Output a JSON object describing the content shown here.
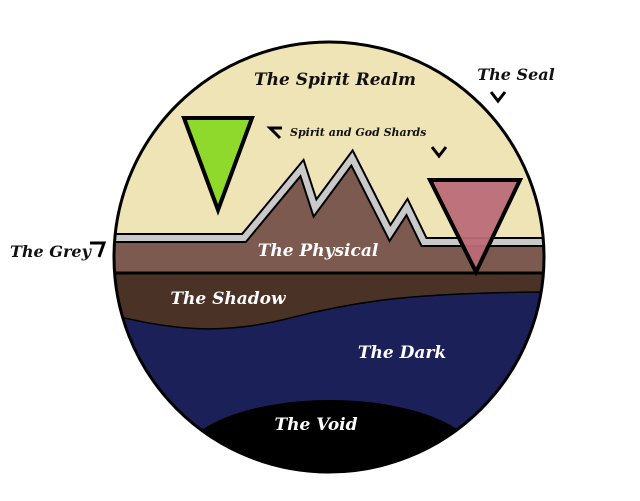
{
  "labels": {
    "spirit_realm": "The Spirit Realm",
    "seal": "The Seal",
    "shards": "Spirit and God Shards",
    "grey": "The Grey",
    "physical": "The Physical",
    "shadow": "The Shadow",
    "dark": "The Dark",
    "void": "The Void"
  },
  "colors": {
    "spirit_realm": "#efe4b6",
    "grey": "#c9c9c9",
    "physical": "#7c5a4f",
    "shadow": "#4a3226",
    "dark": "#1b2158",
    "void": "#000000",
    "spirit_shard": "#8ed92c",
    "god_shard": "#bb6b78",
    "outline": "#000000"
  }
}
